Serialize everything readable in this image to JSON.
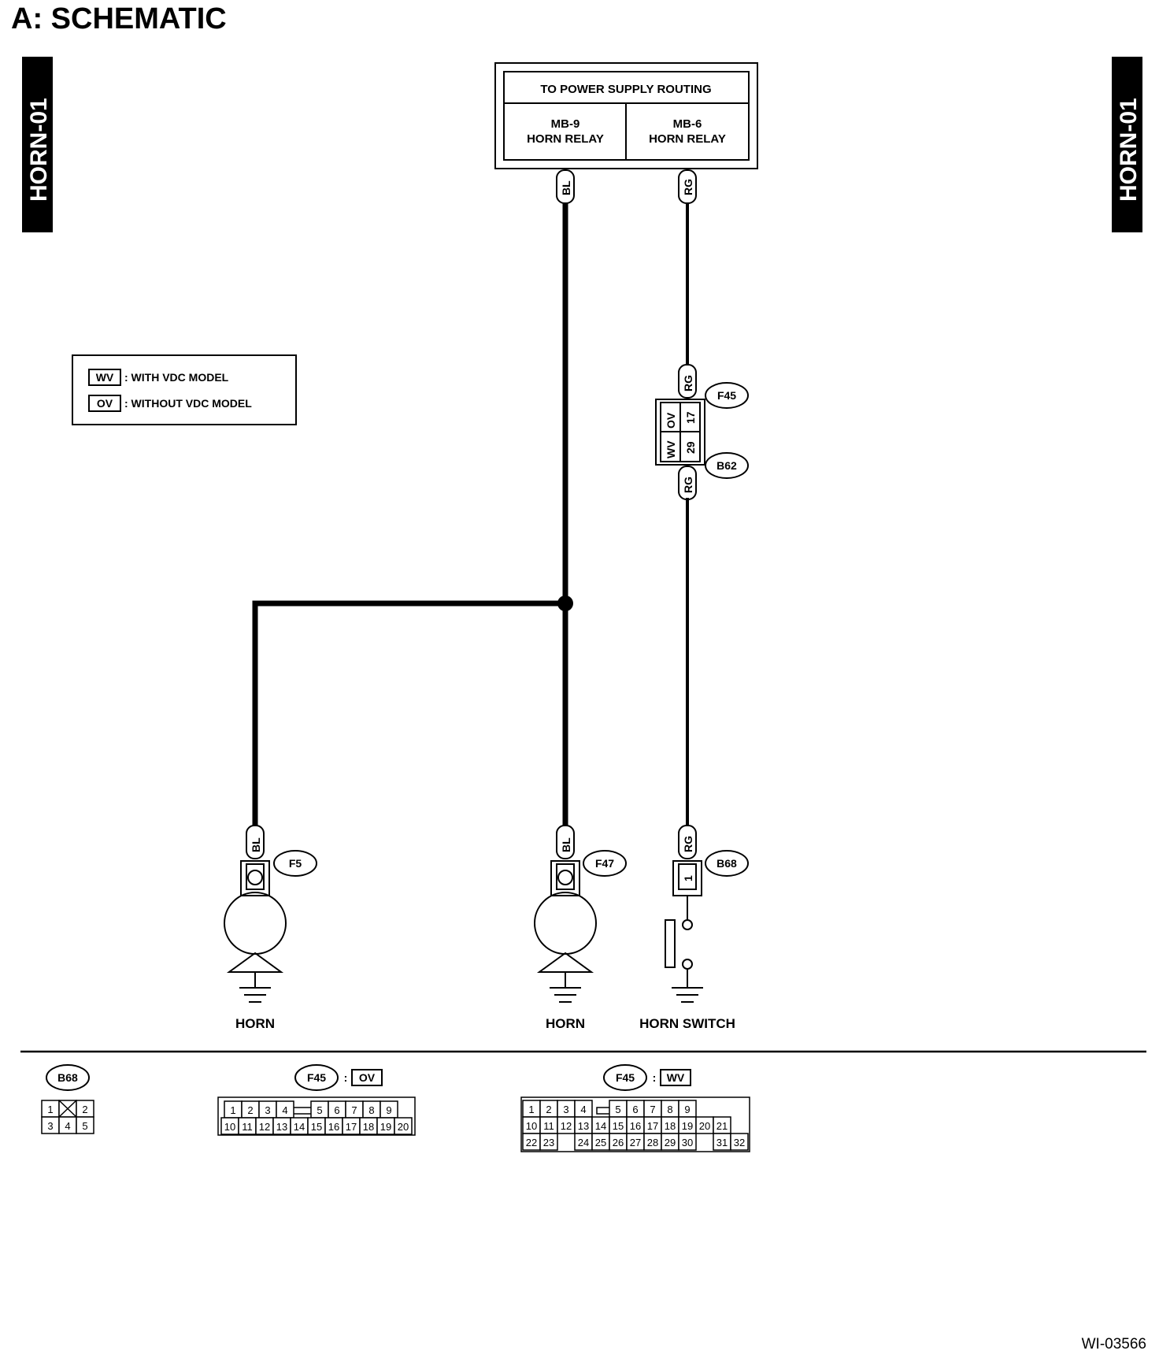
{
  "page": {
    "title": "A:  SCHEMATIC",
    "side_tab_left": "HORN-01",
    "side_tab_right": "HORN-01",
    "figure_id": "WI-03566"
  },
  "supply_box": {
    "header": "TO POWER SUPPLY ROUTING",
    "left_line1": "MB-9",
    "left_line2": "HORN RELAY",
    "right_line1": "MB-6",
    "right_line2": "HORN RELAY"
  },
  "legend": {
    "wv_code": "WV",
    "wv_text": ": WITH VDC MODEL",
    "ov_code": "OV",
    "ov_text": ": WITHOUT VDC MODEL"
  },
  "wires": {
    "bl": "BL",
    "rg": "RG"
  },
  "connectors": {
    "f45": "F45",
    "b62": "B62",
    "f5": "F5",
    "f47": "F47",
    "b68": "B68",
    "inline_ov": "OV",
    "inline_wv": "WV",
    "pin_17": "17",
    "pin_29": "29",
    "pin_1": "1"
  },
  "components": {
    "horn_left": "HORN",
    "horn_right": "HORN",
    "horn_switch": "HORN SWITCH"
  },
  "pinouts": {
    "b68_tag": "B68",
    "b68_rows": [
      [
        "1",
        "",
        "2"
      ],
      [
        "3",
        "4",
        "5"
      ]
    ],
    "f45_ov_tag": "F45",
    "f45_ov_code": "OV",
    "f45_ov_row1": [
      "1",
      "2",
      "3",
      "4",
      "",
      "5",
      "6",
      "7",
      "8",
      "9"
    ],
    "f45_ov_row2": [
      "10",
      "11",
      "12",
      "13",
      "14",
      "15",
      "16",
      "17",
      "18",
      "19",
      "20"
    ],
    "f45_wv_tag": "F45",
    "f45_wv_code": "WV",
    "f45_wv_row1": [
      "1",
      "2",
      "3",
      "4",
      "",
      "5",
      "6",
      "7",
      "8",
      "9"
    ],
    "f45_wv_row2": [
      "10",
      "11",
      "12",
      "13",
      "14",
      "15",
      "16",
      "17",
      "18",
      "19",
      "20",
      "21"
    ],
    "f45_wv_row3": [
      "22",
      "23",
      "",
      "24",
      "25",
      "26",
      "27",
      "28",
      "29",
      "30",
      "",
      "31",
      "32"
    ]
  }
}
